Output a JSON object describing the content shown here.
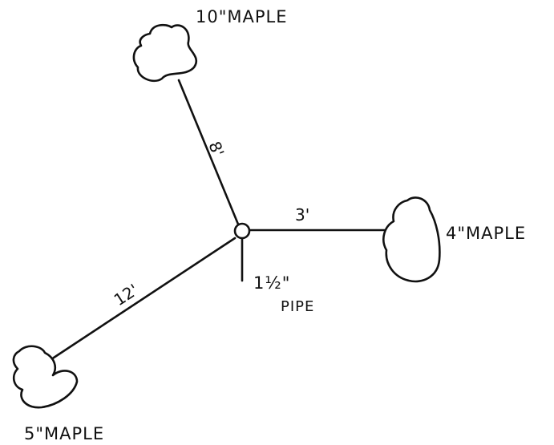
{
  "diagram": {
    "pipe": {
      "label_line1": "1½\"",
      "label_line2": "PIPE"
    },
    "trees": [
      {
        "id": "tree-top",
        "label": "10\"MAPLE",
        "distance": "8'"
      },
      {
        "id": "tree-right",
        "label": "4\"MAPLE",
        "distance": "3'"
      },
      {
        "id": "tree-bottom-left",
        "label": "5\"MAPLE",
        "distance": "12'"
      }
    ],
    "colors": {
      "ink": "#111111",
      "paper": "#ffffff"
    }
  }
}
